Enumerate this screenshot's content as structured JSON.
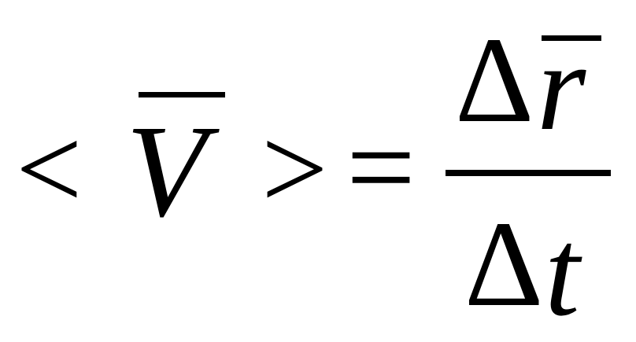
{
  "formula": {
    "left_bracket": "<",
    "velocity_symbol": "V",
    "right_bracket": ">",
    "equals_sign": "=",
    "numerator": {
      "delta": "Δ",
      "variable": "r"
    },
    "denominator": {
      "delta": "Δ",
      "variable": "t"
    }
  }
}
